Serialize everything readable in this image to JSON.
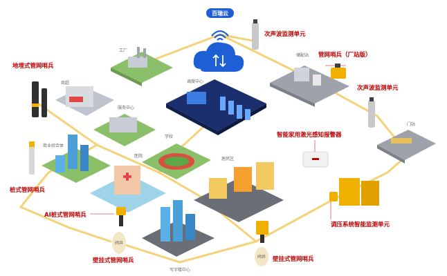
{
  "colors": {
    "accent_red": "#c00000",
    "pipe_yellow": "#f5d27a",
    "cloud_blue": "#1e5fd6",
    "device_yellow": "#f0b000",
    "label_grey": "#666666"
  },
  "cloud": {
    "label": "百瑞云",
    "icon": "cloud-upload-icon"
  },
  "red_labels": {
    "underground_sentinel": "地埋式管网哨兵",
    "infrasonic_top": "次声波监测单元",
    "station_sentinel": "管网哨兵（厂站版）",
    "infrasonic_right": "次声波监测单元",
    "home_laser_alarm": "智能家用激光感知报警器",
    "pile_sentinel": "桩式管网哨兵",
    "ai_pile_sentinel": "AI桩式管网哨兵",
    "regulator_unit": "调压系统智能监测单元",
    "wall_sentinel": "壁挂式管网哨兵",
    "wall_sentinel_2": "壁挂式管网哨兵"
  },
  "grey_labels": {
    "factory": "工厂",
    "control_center": "调度中心",
    "station": "储配站",
    "mall": "商超",
    "gate_station": "门站",
    "admin_center": "服务中心",
    "commercial": "商业综合体",
    "school": "学校",
    "hospital": "医院",
    "residential": "居民区",
    "well_1": "阀井",
    "well_2": "阀井",
    "office_center": "写字楼中心"
  }
}
